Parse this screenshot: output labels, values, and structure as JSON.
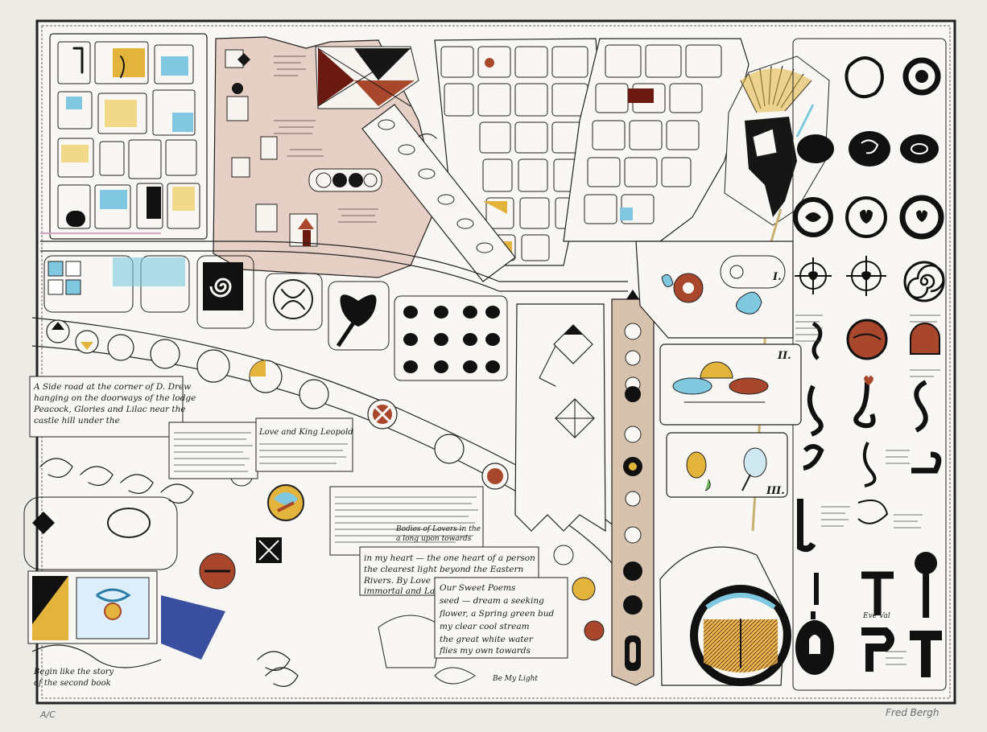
{
  "artwork": {
    "captions": {
      "caption_1": "A Side road at the corner of D. Drew",
      "caption_2": "hanging on the doorways of the lodge",
      "caption_3": "Peacock, Glories and Lilac near the",
      "caption_4": "castle hill under the",
      "caption_5": "Begin like the story",
      "caption_6": "of the second book",
      "caption_7": "in my heart — the one heart of a person",
      "caption_8": "the clearest light beyond the Eastern",
      "caption_9": "Rivers. By Love we are",
      "caption_10": "immortal and Last in peace",
      "caption_11": "Our Sweet Poems",
      "caption_12": "Love and King Leopold",
      "caption_13": "Bodies of Lovers in the",
      "caption_14": "a long upon towards",
      "caption_15": "Be My Light",
      "caption_16": "seed — dream a seeking",
      "caption_17": "flower, a Spring green bud",
      "caption_18": "my clear cool stream",
      "caption_19": "the great white water",
      "caption_20": "flies my own towards",
      "caption_21": "Eve  Val"
    },
    "roman_numerals": {
      "one": "I.",
      "two": "II.",
      "three": "III."
    },
    "edition_number": "A/C",
    "signature": "Fred Bergh",
    "colors": {
      "paper": "#ecebe6",
      "ink": "#161616",
      "ochre": "#e3b43c",
      "sky_blue": "#7fc8df",
      "rust": "#a8472c",
      "pink_wash": "#e6cfc4",
      "tan_wash": "#d7c3ad",
      "maroon": "#6b1a12",
      "navy": "#3a4fa0"
    }
  }
}
